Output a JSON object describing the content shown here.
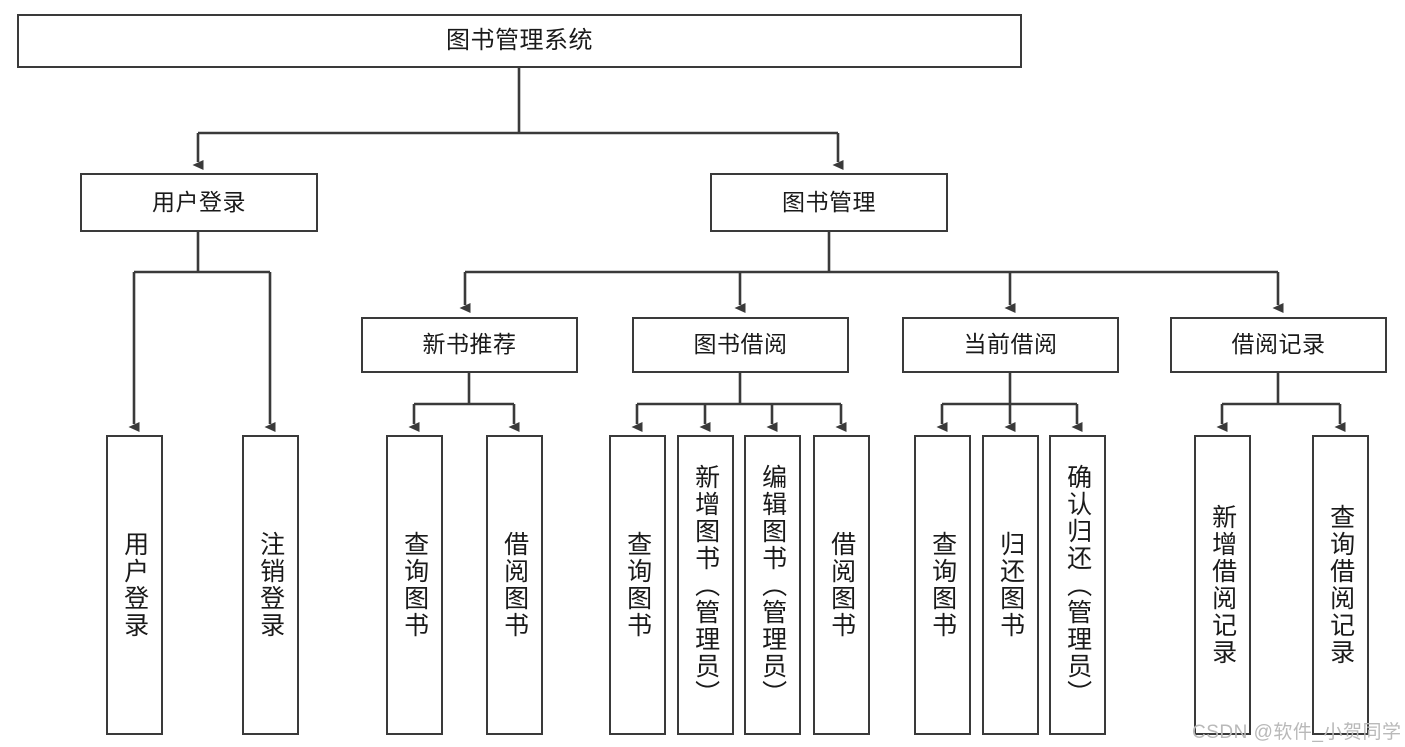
{
  "diagram": {
    "title": "图书管理系统",
    "type": "tree-hierarchy-diagram",
    "root": {
      "id": "root",
      "label": "图书管理系统"
    },
    "level2": [
      {
        "id": "user-login",
        "label": "用户登录"
      },
      {
        "id": "book-manage",
        "label": "图书管理"
      }
    ],
    "level3": [
      {
        "id": "new-book-rec",
        "label": "新书推荐"
      },
      {
        "id": "book-borrow",
        "label": "图书借阅"
      },
      {
        "id": "current-borrow",
        "label": "当前借阅"
      },
      {
        "id": "borrow-record",
        "label": "借阅记录"
      }
    ],
    "leaves": {
      "user_login": [
        {
          "id": "leaf-user-login",
          "label": "用户登录"
        },
        {
          "id": "leaf-logout",
          "label": "注销登录"
        }
      ],
      "new_book_rec": [
        {
          "id": "leaf-query-book-1",
          "label": "查询图书"
        },
        {
          "id": "leaf-borrow-book-1",
          "label": "借阅图书"
        }
      ],
      "book_borrow": [
        {
          "id": "leaf-query-book-2",
          "label": "查询图书"
        },
        {
          "id": "leaf-add-book",
          "label": "新增图书（管理员）"
        },
        {
          "id": "leaf-edit-book",
          "label": "编辑图书（管理员）"
        },
        {
          "id": "leaf-borrow-book-2",
          "label": "借阅图书"
        }
      ],
      "current_borrow": [
        {
          "id": "leaf-query-book-3",
          "label": "查询图书"
        },
        {
          "id": "leaf-return-book",
          "label": "归还图书"
        },
        {
          "id": "leaf-confirm-return",
          "label": "确认归还（管理员）"
        }
      ],
      "borrow_record": [
        {
          "id": "leaf-add-record",
          "label": "新增借阅记录"
        },
        {
          "id": "leaf-query-record",
          "label": "查询借阅记录"
        }
      ]
    }
  },
  "watermark": {
    "text": "CSDN @软件_小贺同学"
  },
  "colors": {
    "stroke": "#3a3a3a",
    "fill": "#ffffff",
    "text": "#1a1a1a",
    "watermark": "#b9b9b9",
    "background": "#ffffff"
  }
}
